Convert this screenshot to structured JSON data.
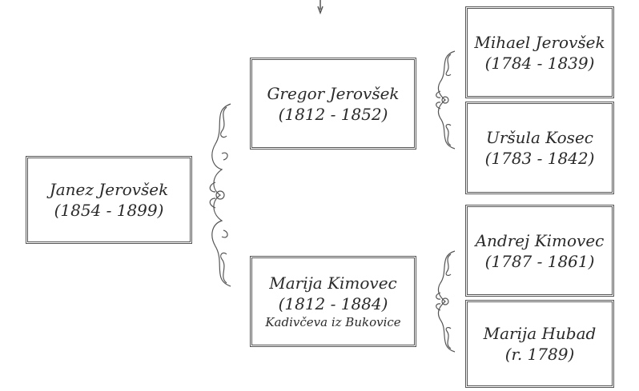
{
  "tree": {
    "people": {
      "janez": {
        "name": "Janez Jerovšek",
        "dates": "(1854 - 1899)"
      },
      "gregor": {
        "name": "Gregor Jerovšek",
        "dates": "(1812 - 1852)"
      },
      "marija": {
        "name": "Marija Kimovec",
        "dates": "(1812 - 1884)",
        "note": "Kadivčeva iz Bukovice"
      },
      "mihael": {
        "name": "Mihael Jerovšek",
        "dates": "(1784 - 1839)"
      },
      "ursula": {
        "name": "Uršula Kosec",
        "dates": "(1783 - 1842)"
      },
      "andrej": {
        "name": "Andrej Kimovec",
        "dates": "(1787 - 1861)"
      },
      "hubad": {
        "name": "Marija Hubad",
        "dates": "(r. 1789)"
      }
    },
    "colors": {
      "border": "#555555",
      "text": "#2a2a2a",
      "ornament": "#555555"
    }
  }
}
